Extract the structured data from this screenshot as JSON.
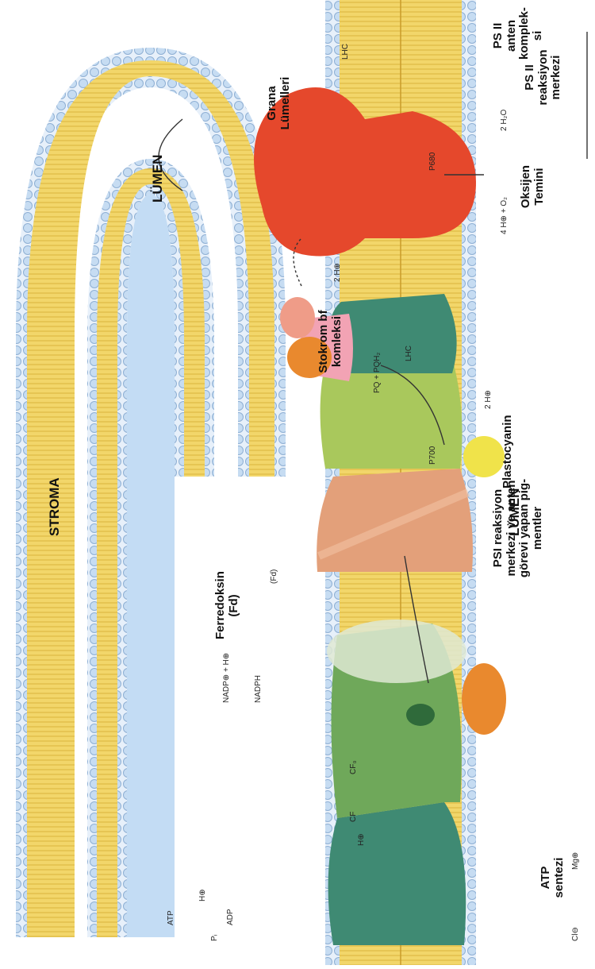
{
  "colors": {
    "membrane_head": "#c6dcf2",
    "membrane_tail": "#f2d66a",
    "lumen": "#c3dcf4",
    "psii": "#6fa85a",
    "lhc": "#3f8a73",
    "cytochrome": "#e3a07a",
    "psi": "#a9c85c",
    "atp_synthase": "#e5482c",
    "ferredoxin": "#e9892e",
    "plastocyanin": "#f0e34a"
  },
  "labels": {
    "stroma": "STROMA",
    "lumen_top": "LÜMEN",
    "lumen_bottom": "LÜMEN",
    "grana": "Grana Lümelleri",
    "ps2_antenna": "PS II anten komplek-si",
    "ps2_reaction": "PS II reaksiyon merkezi",
    "oxygen": "Oksijen Temini",
    "cytochrome": "Stokrom bf komleksi",
    "plastocyanin": "Plastocyanin",
    "psi_reaction": "PSI reaksiyon merkezi ve anten görevi yapan pig-mentler",
    "ferredoxin": "Ferredoksin (Fd)",
    "atp": "ATP sentezi"
  },
  "molecules": {
    "pq_pqh2": "PQ + PQH₂",
    "h_plus_stroma": "2 H⊕",
    "h2o": "2 H₂O",
    "o2": "4 H⊕ + O₂",
    "h_lumen": "2 H⊕",
    "nadp": "NADP⊕ + H⊕",
    "nadph": "NADPH",
    "ferredoxin_short": "(Fd)",
    "atp": "ATP",
    "adp": "ADP",
    "pi": "Pᵢ",
    "h_atp": "H⊕",
    "h_bottom": "H⊕",
    "cl": "Cl⊖",
    "mg": "Mg⊕",
    "lhc1": "LHC",
    "lhc2": "LHC",
    "p680": "P680",
    "p700": "P700",
    "cf1": "CF",
    "cf0": "CF₀"
  }
}
